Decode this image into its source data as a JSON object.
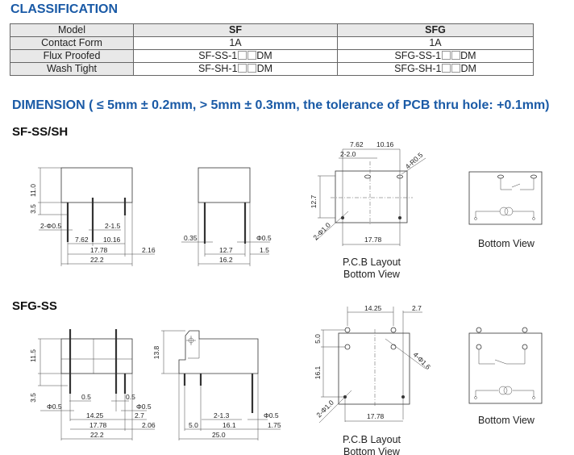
{
  "classification": {
    "title": "CLASSIFICATION",
    "headers": [
      "Model",
      "SF",
      "SFG"
    ],
    "rows": [
      {
        "label": "Contact Form",
        "sf": "1A",
        "sfg": "1A"
      },
      {
        "label": "Flux Proofed",
        "sf_prefix": "SF-SS-1",
        "sf_suffix": "DM",
        "sfg_prefix": "SFG-SS-1",
        "sfg_suffix": "DM"
      },
      {
        "label": "Wash Tight",
        "sf_prefix": "SF-SH-1",
        "sf_suffix": "DM",
        "sfg_prefix": "SFG-SH-1",
        "sfg_suffix": "DM"
      }
    ]
  },
  "dimension": {
    "title": "DIMENSION ( ≤ 5mm ± 0.2mm, > 5mm ± 0.3mm, the tolerance of PCB thru hole: +0.1mm)"
  },
  "sf": {
    "title": "SF-SS/SH",
    "side": {
      "h": "11.0",
      "pin": "3.5",
      "pin_dia": "2-Φ0.5",
      "slot": "2-1.5",
      "p1": "7.62",
      "p2": "10.16",
      "span": "17.78",
      "offset": "2.16",
      "width": "22.2"
    },
    "end": {
      "t": "0.35",
      "dia": "Φ0.5",
      "pitch": "12.7",
      "off": "1.5",
      "width": "16.2"
    },
    "pcb": {
      "p1": "7.62",
      "p2": "10.16",
      "slot": "2-2.0",
      "r": "4-R0.5",
      "h": "12.7",
      "hole": "2-Φ1.0",
      "span": "17.78",
      "caption1": "P.C.B Layout",
      "caption2": "Bottom View"
    },
    "bottom_caption": "Bottom View"
  },
  "sfg": {
    "title": "SFG-SS",
    "side": {
      "h": "11.5",
      "pin": "3.5",
      "t1": "0.5",
      "t2": "0.5",
      "dia1": "Φ0.5",
      "dia2": "Φ0.5",
      "p1": "14.25",
      "p2": "2.7",
      "span": "17.78",
      "offset": "2.06",
      "width": "22.2"
    },
    "end": {
      "h": "13.8",
      "slot": "2-1.3",
      "dia": "Φ0.5",
      "a": "5.0",
      "b": "16.1",
      "off": "1.75",
      "width": "25.0"
    },
    "pcb": {
      "p1": "14.25",
      "p2": "2.7",
      "v1": "5.0",
      "v2": "16.1",
      "hole_big": "4-Φ1.6",
      "hole": "2-Φ1.0",
      "span": "17.78",
      "caption1": "P.C.B Layout",
      "caption2": "Bottom View"
    },
    "bottom_caption": "Bottom View"
  }
}
